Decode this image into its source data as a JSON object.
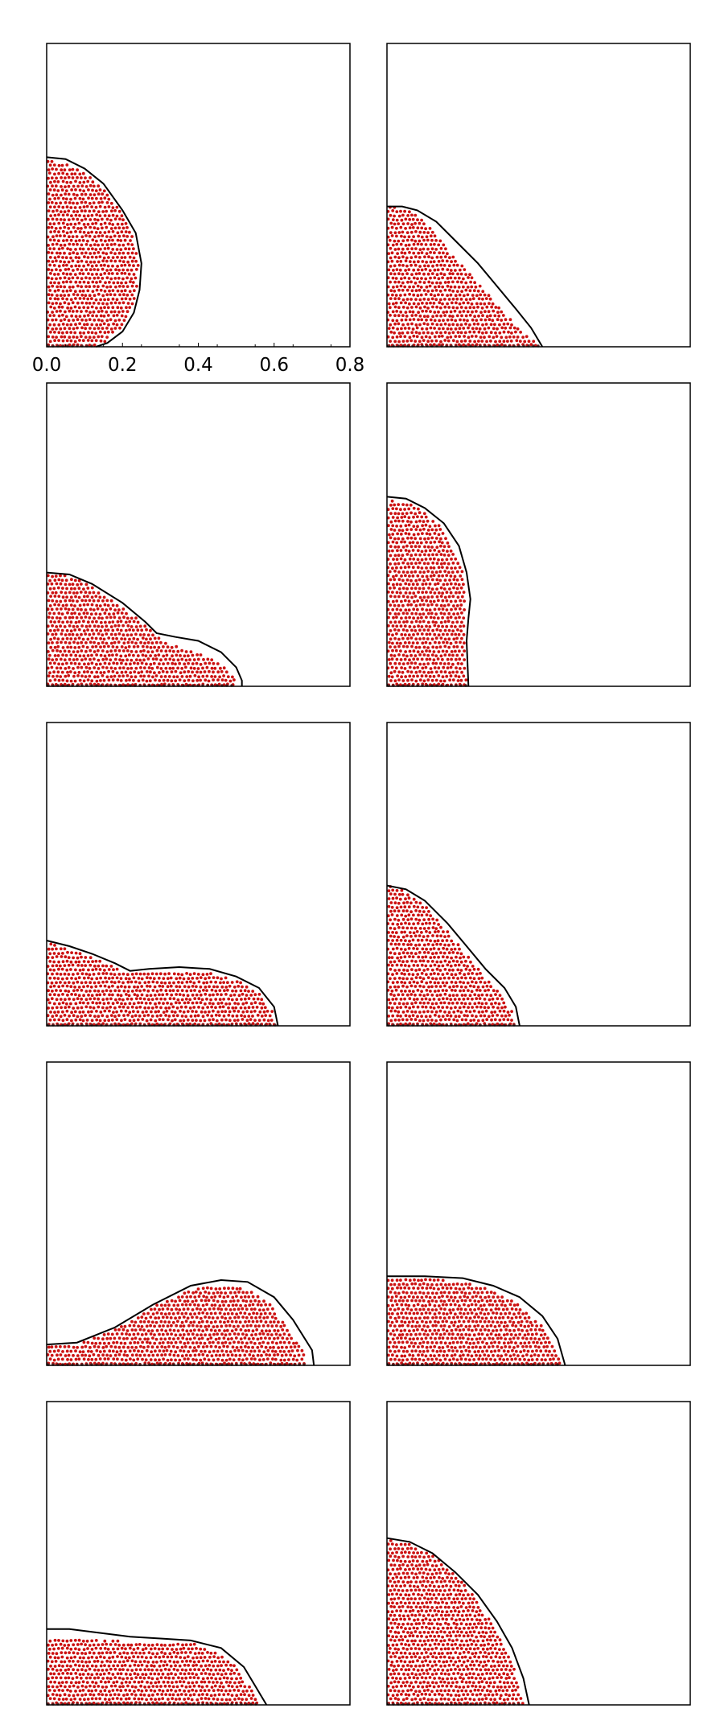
{
  "chart_data": [
    {
      "type": "scatter",
      "panel": 1,
      "xlim": [
        0.0,
        0.8
      ],
      "ylim": [
        0.0,
        0.8
      ],
      "x_ticks": [
        "0.0",
        "0.2",
        "0.4",
        "0.6",
        "0.8"
      ],
      "grid": false,
      "colors": {
        "particles": "#cc1111",
        "interface": "#000000"
      },
      "interface": [
        [
          0.0,
          0.5
        ],
        [
          0.05,
          0.495
        ],
        [
          0.1,
          0.47
        ],
        [
          0.15,
          0.43
        ],
        [
          0.2,
          0.36
        ],
        [
          0.235,
          0.3
        ],
        [
          0.25,
          0.22
        ],
        [
          0.245,
          0.15
        ],
        [
          0.23,
          0.09
        ],
        [
          0.2,
          0.04
        ],
        [
          0.16,
          0.01
        ],
        [
          0.13,
          0.0
        ]
      ],
      "particle_region": [
        [
          0.0,
          0.492
        ],
        [
          0.05,
          0.485
        ],
        [
          0.1,
          0.46
        ],
        [
          0.15,
          0.42
        ],
        [
          0.195,
          0.355
        ],
        [
          0.228,
          0.29
        ],
        [
          0.242,
          0.22
        ],
        [
          0.238,
          0.15
        ],
        [
          0.222,
          0.09
        ],
        [
          0.19,
          0.04
        ],
        [
          0.15,
          0.01
        ],
        [
          0.12,
          0.0
        ]
      ]
    },
    {
      "type": "scatter",
      "panel": 2,
      "xlim": [
        0.0,
        0.8
      ],
      "ylim": [
        0.0,
        0.8
      ],
      "interface": [
        [
          0.0,
          0.37
        ],
        [
          0.04,
          0.37
        ],
        [
          0.08,
          0.36
        ],
        [
          0.13,
          0.33
        ],
        [
          0.18,
          0.28
        ],
        [
          0.24,
          0.22
        ],
        [
          0.29,
          0.16
        ],
        [
          0.34,
          0.1
        ],
        [
          0.38,
          0.05
        ],
        [
          0.41,
          0.0
        ]
      ],
      "particle_region": [
        [
          0.0,
          0.37
        ],
        [
          0.04,
          0.365
        ],
        [
          0.08,
          0.35
        ],
        [
          0.12,
          0.31
        ],
        [
          0.16,
          0.26
        ],
        [
          0.21,
          0.2
        ],
        [
          0.26,
          0.145
        ],
        [
          0.31,
          0.09
        ],
        [
          0.36,
          0.04
        ],
        [
          0.405,
          0.0
        ]
      ]
    },
    {
      "type": "scatter",
      "panel": 3,
      "xlim": [
        0.0,
        0.8
      ],
      "ylim": [
        0.0,
        0.8
      ],
      "interface": [
        [
          0.0,
          0.3
        ],
        [
          0.06,
          0.295
        ],
        [
          0.12,
          0.27
        ],
        [
          0.2,
          0.22
        ],
        [
          0.26,
          0.17
        ],
        [
          0.29,
          0.14
        ],
        [
          0.34,
          0.13
        ],
        [
          0.4,
          0.12
        ],
        [
          0.46,
          0.09
        ],
        [
          0.5,
          0.05
        ],
        [
          0.515,
          0.015
        ],
        [
          0.515,
          0.0
        ]
      ],
      "particle_region": [
        [
          0.0,
          0.3
        ],
        [
          0.06,
          0.29
        ],
        [
          0.12,
          0.265
        ],
        [
          0.2,
          0.21
        ],
        [
          0.26,
          0.16
        ],
        [
          0.3,
          0.125
        ],
        [
          0.36,
          0.1
        ],
        [
          0.42,
          0.08
        ],
        [
          0.47,
          0.05
        ],
        [
          0.5,
          0.02
        ],
        [
          0.5,
          0.0
        ]
      ]
    },
    {
      "type": "scatter",
      "panel": 4,
      "xlim": [
        0.0,
        0.8
      ],
      "ylim": [
        0.0,
        0.8
      ],
      "interface": [
        [
          0.0,
          0.5
        ],
        [
          0.05,
          0.495
        ],
        [
          0.1,
          0.47
        ],
        [
          0.15,
          0.43
        ],
        [
          0.19,
          0.37
        ],
        [
          0.21,
          0.3
        ],
        [
          0.22,
          0.23
        ],
        [
          0.215,
          0.18
        ],
        [
          0.21,
          0.12
        ],
        [
          0.215,
          0.0
        ]
      ],
      "particle_region": [
        [
          0.0,
          0.49
        ],
        [
          0.05,
          0.485
        ],
        [
          0.1,
          0.46
        ],
        [
          0.145,
          0.42
        ],
        [
          0.18,
          0.36
        ],
        [
          0.2,
          0.3
        ],
        [
          0.208,
          0.23
        ],
        [
          0.205,
          0.18
        ],
        [
          0.205,
          0.12
        ],
        [
          0.21,
          0.0
        ]
      ]
    },
    {
      "type": "scatter",
      "panel": 5,
      "xlim": [
        0.0,
        0.8
      ],
      "ylim": [
        0.0,
        0.8
      ],
      "interface": [
        [
          0.0,
          0.225
        ],
        [
          0.06,
          0.21
        ],
        [
          0.12,
          0.19
        ],
        [
          0.18,
          0.165
        ],
        [
          0.22,
          0.145
        ],
        [
          0.27,
          0.15
        ],
        [
          0.35,
          0.155
        ],
        [
          0.43,
          0.15
        ],
        [
          0.5,
          0.13
        ],
        [
          0.56,
          0.1
        ],
        [
          0.6,
          0.05
        ],
        [
          0.61,
          0.0
        ]
      ],
      "particle_region": [
        [
          0.0,
          0.22
        ],
        [
          0.06,
          0.2
        ],
        [
          0.12,
          0.18
        ],
        [
          0.18,
          0.155
        ],
        [
          0.22,
          0.14
        ],
        [
          0.27,
          0.14
        ],
        [
          0.35,
          0.145
        ],
        [
          0.43,
          0.14
        ],
        [
          0.5,
          0.12
        ],
        [
          0.56,
          0.09
        ],
        [
          0.595,
          0.04
        ],
        [
          0.605,
          0.0
        ]
      ]
    },
    {
      "type": "scatter",
      "panel": 6,
      "xlim": [
        0.0,
        0.8
      ],
      "ylim": [
        0.0,
        0.8
      ],
      "interface": [
        [
          0.0,
          0.37
        ],
        [
          0.05,
          0.36
        ],
        [
          0.1,
          0.33
        ],
        [
          0.16,
          0.27
        ],
        [
          0.21,
          0.21
        ],
        [
          0.26,
          0.15
        ],
        [
          0.31,
          0.1
        ],
        [
          0.34,
          0.05
        ],
        [
          0.35,
          0.0
        ]
      ],
      "particle_region": [
        [
          0.0,
          0.37
        ],
        [
          0.05,
          0.355
        ],
        [
          0.1,
          0.32
        ],
        [
          0.15,
          0.26
        ],
        [
          0.2,
          0.2
        ],
        [
          0.25,
          0.14
        ],
        [
          0.295,
          0.09
        ],
        [
          0.33,
          0.04
        ],
        [
          0.345,
          0.0
        ]
      ]
    },
    {
      "type": "scatter",
      "panel": 7,
      "xlim": [
        0.0,
        0.8
      ],
      "ylim": [
        0.0,
        0.8
      ],
      "interface": [
        [
          0.0,
          0.055
        ],
        [
          0.08,
          0.06
        ],
        [
          0.18,
          0.1
        ],
        [
          0.28,
          0.16
        ],
        [
          0.38,
          0.21
        ],
        [
          0.46,
          0.225
        ],
        [
          0.53,
          0.22
        ],
        [
          0.6,
          0.18
        ],
        [
          0.65,
          0.12
        ],
        [
          0.7,
          0.04
        ],
        [
          0.705,
          0.0
        ]
      ],
      "particle_region": [
        [
          0.0,
          0.05
        ],
        [
          0.08,
          0.055
        ],
        [
          0.18,
          0.095
        ],
        [
          0.28,
          0.155
        ],
        [
          0.38,
          0.2
        ],
        [
          0.46,
          0.21
        ],
        [
          0.53,
          0.2
        ],
        [
          0.59,
          0.16
        ],
        [
          0.635,
          0.1
        ],
        [
          0.68,
          0.03
        ],
        [
          0.685,
          0.0
        ]
      ]
    },
    {
      "type": "scatter",
      "panel": 8,
      "xlim": [
        0.0,
        0.8
      ],
      "ylim": [
        0.0,
        0.8
      ],
      "interface": [
        [
          0.0,
          0.235
        ],
        [
          0.1,
          0.235
        ],
        [
          0.2,
          0.23
        ],
        [
          0.28,
          0.21
        ],
        [
          0.35,
          0.18
        ],
        [
          0.41,
          0.13
        ],
        [
          0.45,
          0.07
        ],
        [
          0.47,
          0.0
        ]
      ],
      "particle_region": [
        [
          0.0,
          0.23
        ],
        [
          0.1,
          0.228
        ],
        [
          0.2,
          0.222
        ],
        [
          0.28,
          0.2
        ],
        [
          0.34,
          0.165
        ],
        [
          0.4,
          0.115
        ],
        [
          0.44,
          0.06
        ],
        [
          0.46,
          0.0
        ]
      ]
    },
    {
      "type": "scatter",
      "panel": 9,
      "xlim": [
        0.0,
        0.8
      ],
      "ylim": [
        0.0,
        0.8
      ],
      "interface": [
        [
          0.0,
          0.2
        ],
        [
          0.06,
          0.2
        ],
        [
          0.14,
          0.19
        ],
        [
          0.22,
          0.18
        ],
        [
          0.3,
          0.175
        ],
        [
          0.38,
          0.17
        ],
        [
          0.46,
          0.15
        ],
        [
          0.52,
          0.1
        ],
        [
          0.55,
          0.05
        ],
        [
          0.58,
          0.0
        ]
      ],
      "particle_region": [
        [
          0.0,
          0.175
        ],
        [
          0.06,
          0.175
        ],
        [
          0.14,
          0.17
        ],
        [
          0.22,
          0.168
        ],
        [
          0.3,
          0.168
        ],
        [
          0.38,
          0.165
        ],
        [
          0.45,
          0.14
        ],
        [
          0.5,
          0.1
        ],
        [
          0.54,
          0.04
        ],
        [
          0.56,
          0.0
        ]
      ]
    },
    {
      "type": "scatter",
      "panel": 10,
      "xlim": [
        0.0,
        0.8
      ],
      "ylim": [
        0.0,
        0.8
      ],
      "interface": [
        [
          0.0,
          0.44
        ],
        [
          0.06,
          0.43
        ],
        [
          0.12,
          0.4
        ],
        [
          0.18,
          0.35
        ],
        [
          0.24,
          0.29
        ],
        [
          0.29,
          0.22
        ],
        [
          0.33,
          0.15
        ],
        [
          0.36,
          0.07
        ],
        [
          0.375,
          0.0
        ]
      ],
      "particle_region": [
        [
          0.0,
          0.435
        ],
        [
          0.06,
          0.425
        ],
        [
          0.12,
          0.395
        ],
        [
          0.18,
          0.345
        ],
        [
          0.235,
          0.28
        ],
        [
          0.28,
          0.21
        ],
        [
          0.32,
          0.14
        ],
        [
          0.345,
          0.07
        ],
        [
          0.36,
          0.0
        ]
      ]
    }
  ]
}
